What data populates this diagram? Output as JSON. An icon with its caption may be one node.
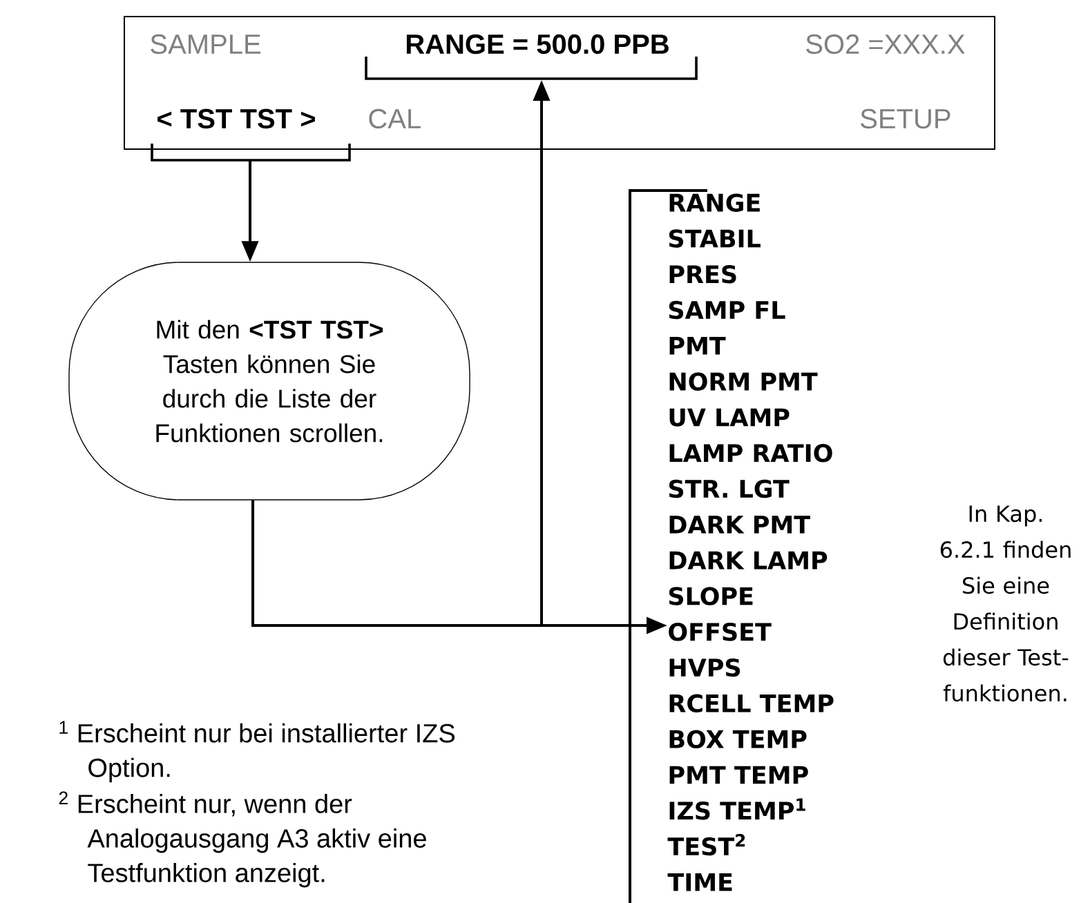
{
  "diagram": {
    "nodes": [
      {
        "text": [],
        "shape": "box"
      },
      {
        "text": [
          "SAMPLE"
        ],
        "in": 0
      },
      {
        "text": [
          "RANGE = 500.0 PPB"
        ],
        "in": 0
      },
      {
        "text": [
          "SO2 =XXX.X"
        ],
        "in": 0
      },
      {
        "text": [
          "< TST  TST >"
        ],
        "in": 0
      },
      {
        "text": [
          "CAL"
        ],
        "in": 0
      },
      {
        "text": [
          "SETUP"
        ],
        "in": 0
      },
      {
        "text": [
          "Mit den **<TST TST>** Tasten können Sie durch die Liste der Funktionen scrollen."
        ]
      },
      {
        "text": [
          "RANGE",
          "STABIL",
          "PRES",
          "SAMP FL",
          "PMT",
          "NORM PMT",
          "UV LAMP",
          "LAMP RATIO",
          "STR. LGT",
          "DARK PMT",
          "DARK LAMP",
          "SLOPE",
          "OFFSET",
          "HVPS",
          "RCELL TEMP",
          "BOX TEMP",
          "PMT TEMP",
          "IZS TEMP$^{1}$",
          "TEST$^{2}$",
          "TIME"
        ]
      }
    ],
    "edges": [
      {
        "from": 4,
        "to": 7,
        "arrow": "to"
      },
      {
        "from": 7,
        "to": 8,
        "arrow": "to"
      },
      {
        "from": 7,
        "to": 2,
        "arrow": "to"
      }
    ],
    "labels": [
      "In Kap. 6.2.1 finden Sie eine Definition dieser Test-funktionen.",
      "$^{1}$ Erscheint nur bei installierter IZS Option.",
      "$^{2}$ Erscheint nur, wenn der Analogausgang A3 aktiv eine Testfunktion anzeigt."
    ]
  }
}
